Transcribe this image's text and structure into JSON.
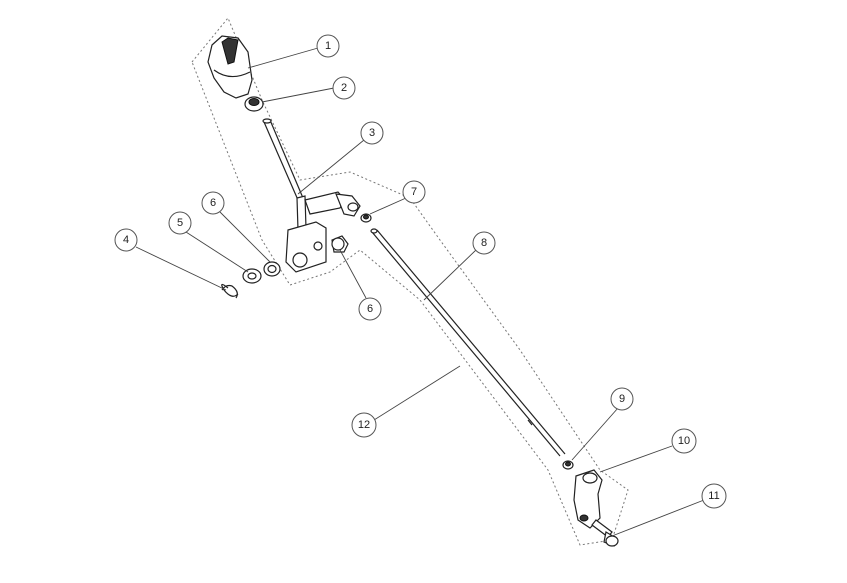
{
  "diagram": {
    "callouts": [
      {
        "id": "c1",
        "label": "1"
      },
      {
        "id": "c2",
        "label": "2"
      },
      {
        "id": "c3",
        "label": "3"
      },
      {
        "id": "c4",
        "label": "4"
      },
      {
        "id": "c5",
        "label": "5"
      },
      {
        "id": "c6a",
        "label": "6"
      },
      {
        "id": "c6b",
        "label": "6"
      },
      {
        "id": "c7",
        "label": "7"
      },
      {
        "id": "c8",
        "label": "8"
      },
      {
        "id": "c9",
        "label": "9"
      },
      {
        "id": "c10",
        "label": "10"
      },
      {
        "id": "c11",
        "label": "11"
      },
      {
        "id": "c12",
        "label": "12"
      }
    ],
    "colors": {
      "line": "#222222",
      "callout_stroke": "#555555",
      "background": "#ffffff"
    }
  }
}
